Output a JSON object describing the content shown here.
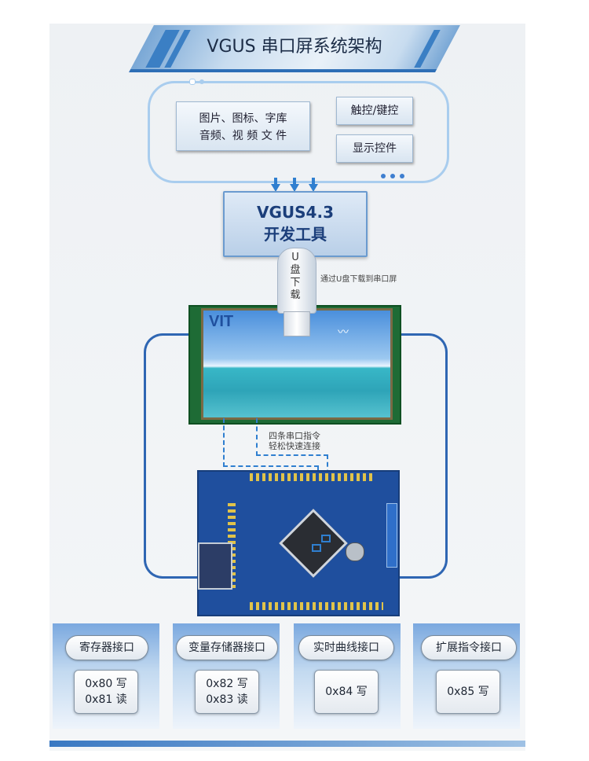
{
  "title": "VGUS 串口屏系统架构",
  "sources": {
    "media_line1": "图片、图标、字库",
    "media_line2": "音频、视 频 文 件",
    "touch": "触控/键控",
    "display": "显示控件"
  },
  "tool": {
    "line1": "VGUS4.3",
    "line2": "开发工具"
  },
  "usb": {
    "label": [
      "U",
      "盘",
      "下",
      "载"
    ],
    "note": "通过U盘下载到串口屏"
  },
  "screen_logo": "VIT",
  "serial_note": {
    "line1": "四条串口指令",
    "line2": "轻松快速连接"
  },
  "interfaces": [
    {
      "name": "寄存器接口",
      "values": [
        "0x80 写",
        "0x81 读"
      ]
    },
    {
      "name": "变量存储器接口",
      "values": [
        "0x82 写",
        "0x83 读"
      ]
    },
    {
      "name": "实时曲线接口",
      "values": [
        "0x84 写"
      ]
    },
    {
      "name": "扩展指令接口",
      "values": [
        "0x85 写"
      ]
    }
  ],
  "colors": {
    "accent": "#2f66b3",
    "frame": "#a9cdee",
    "board": "#1f4f9e"
  }
}
